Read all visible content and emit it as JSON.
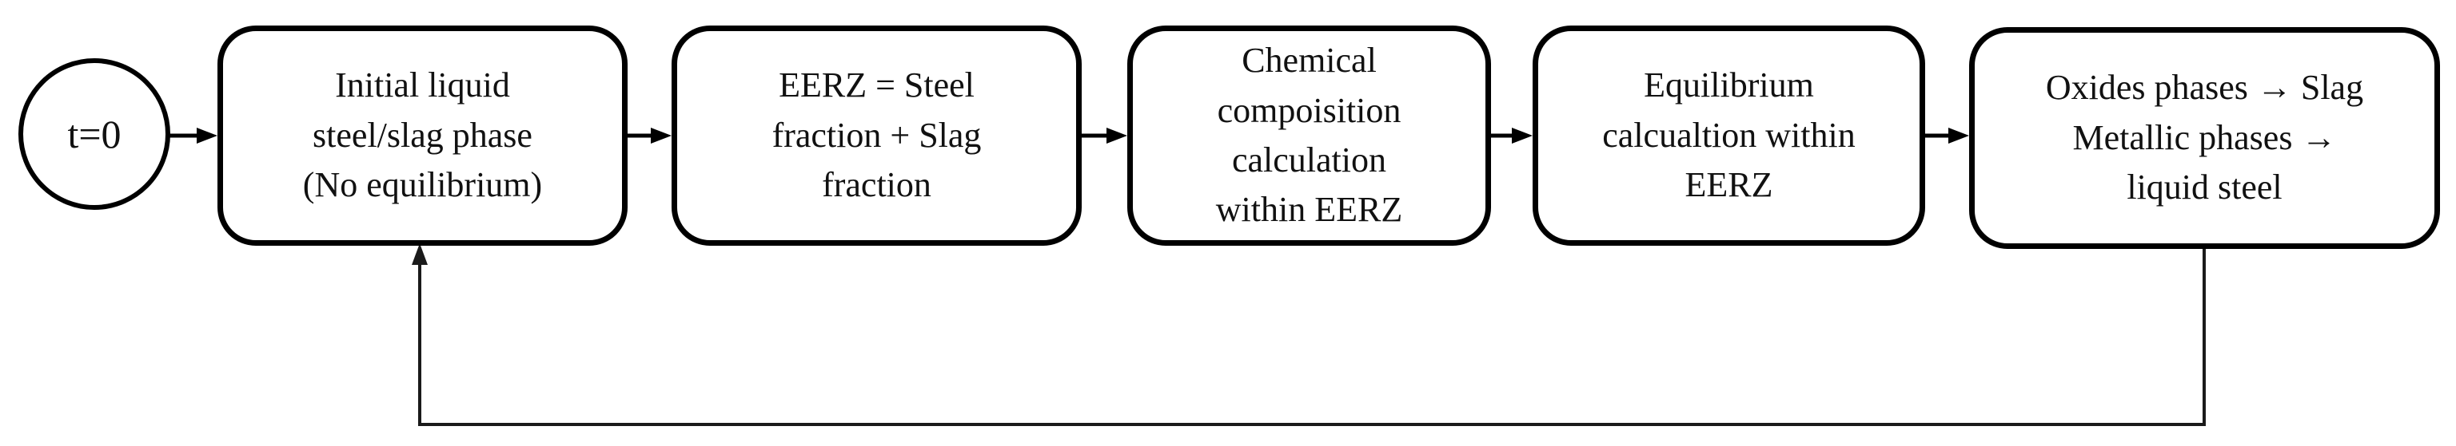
{
  "figure": {
    "background_color": "#ffffff",
    "line_color": "#000000",
    "text_color": "#111111"
  },
  "flowchart": {
    "start_node": {
      "label": "t=0"
    },
    "boxes": [
      {
        "id": "initial-phase",
        "label": "Initial liquid\nsteel/slag phase\n(No equilibrium)"
      },
      {
        "id": "eerz-definition",
        "label": "EERZ = Steel\nfraction + Slag\nfraction"
      },
      {
        "id": "chemical-composition",
        "label": "Chemical\ncompoisition\ncalculation\nwithin EERZ"
      },
      {
        "id": "equilibrium-calculation",
        "label": "Equilibrium\ncalcualtion within\nEERZ"
      },
      {
        "id": "phase-assignment",
        "label": "Oxides phases → Slag\nMetallic phases →\nliquid steel"
      }
    ],
    "edges": [
      {
        "from": "start",
        "to": "initial-phase",
        "type": "forward"
      },
      {
        "from": "initial-phase",
        "to": "eerz-definition",
        "type": "forward"
      },
      {
        "from": "eerz-definition",
        "to": "chemical-composition",
        "type": "forward"
      },
      {
        "from": "chemical-composition",
        "to": "equilibrium-calculation",
        "type": "forward"
      },
      {
        "from": "equilibrium-calculation",
        "to": "phase-assignment",
        "type": "forward"
      },
      {
        "from": "phase-assignment",
        "to": "initial-phase",
        "type": "feedback-loop"
      }
    ]
  }
}
